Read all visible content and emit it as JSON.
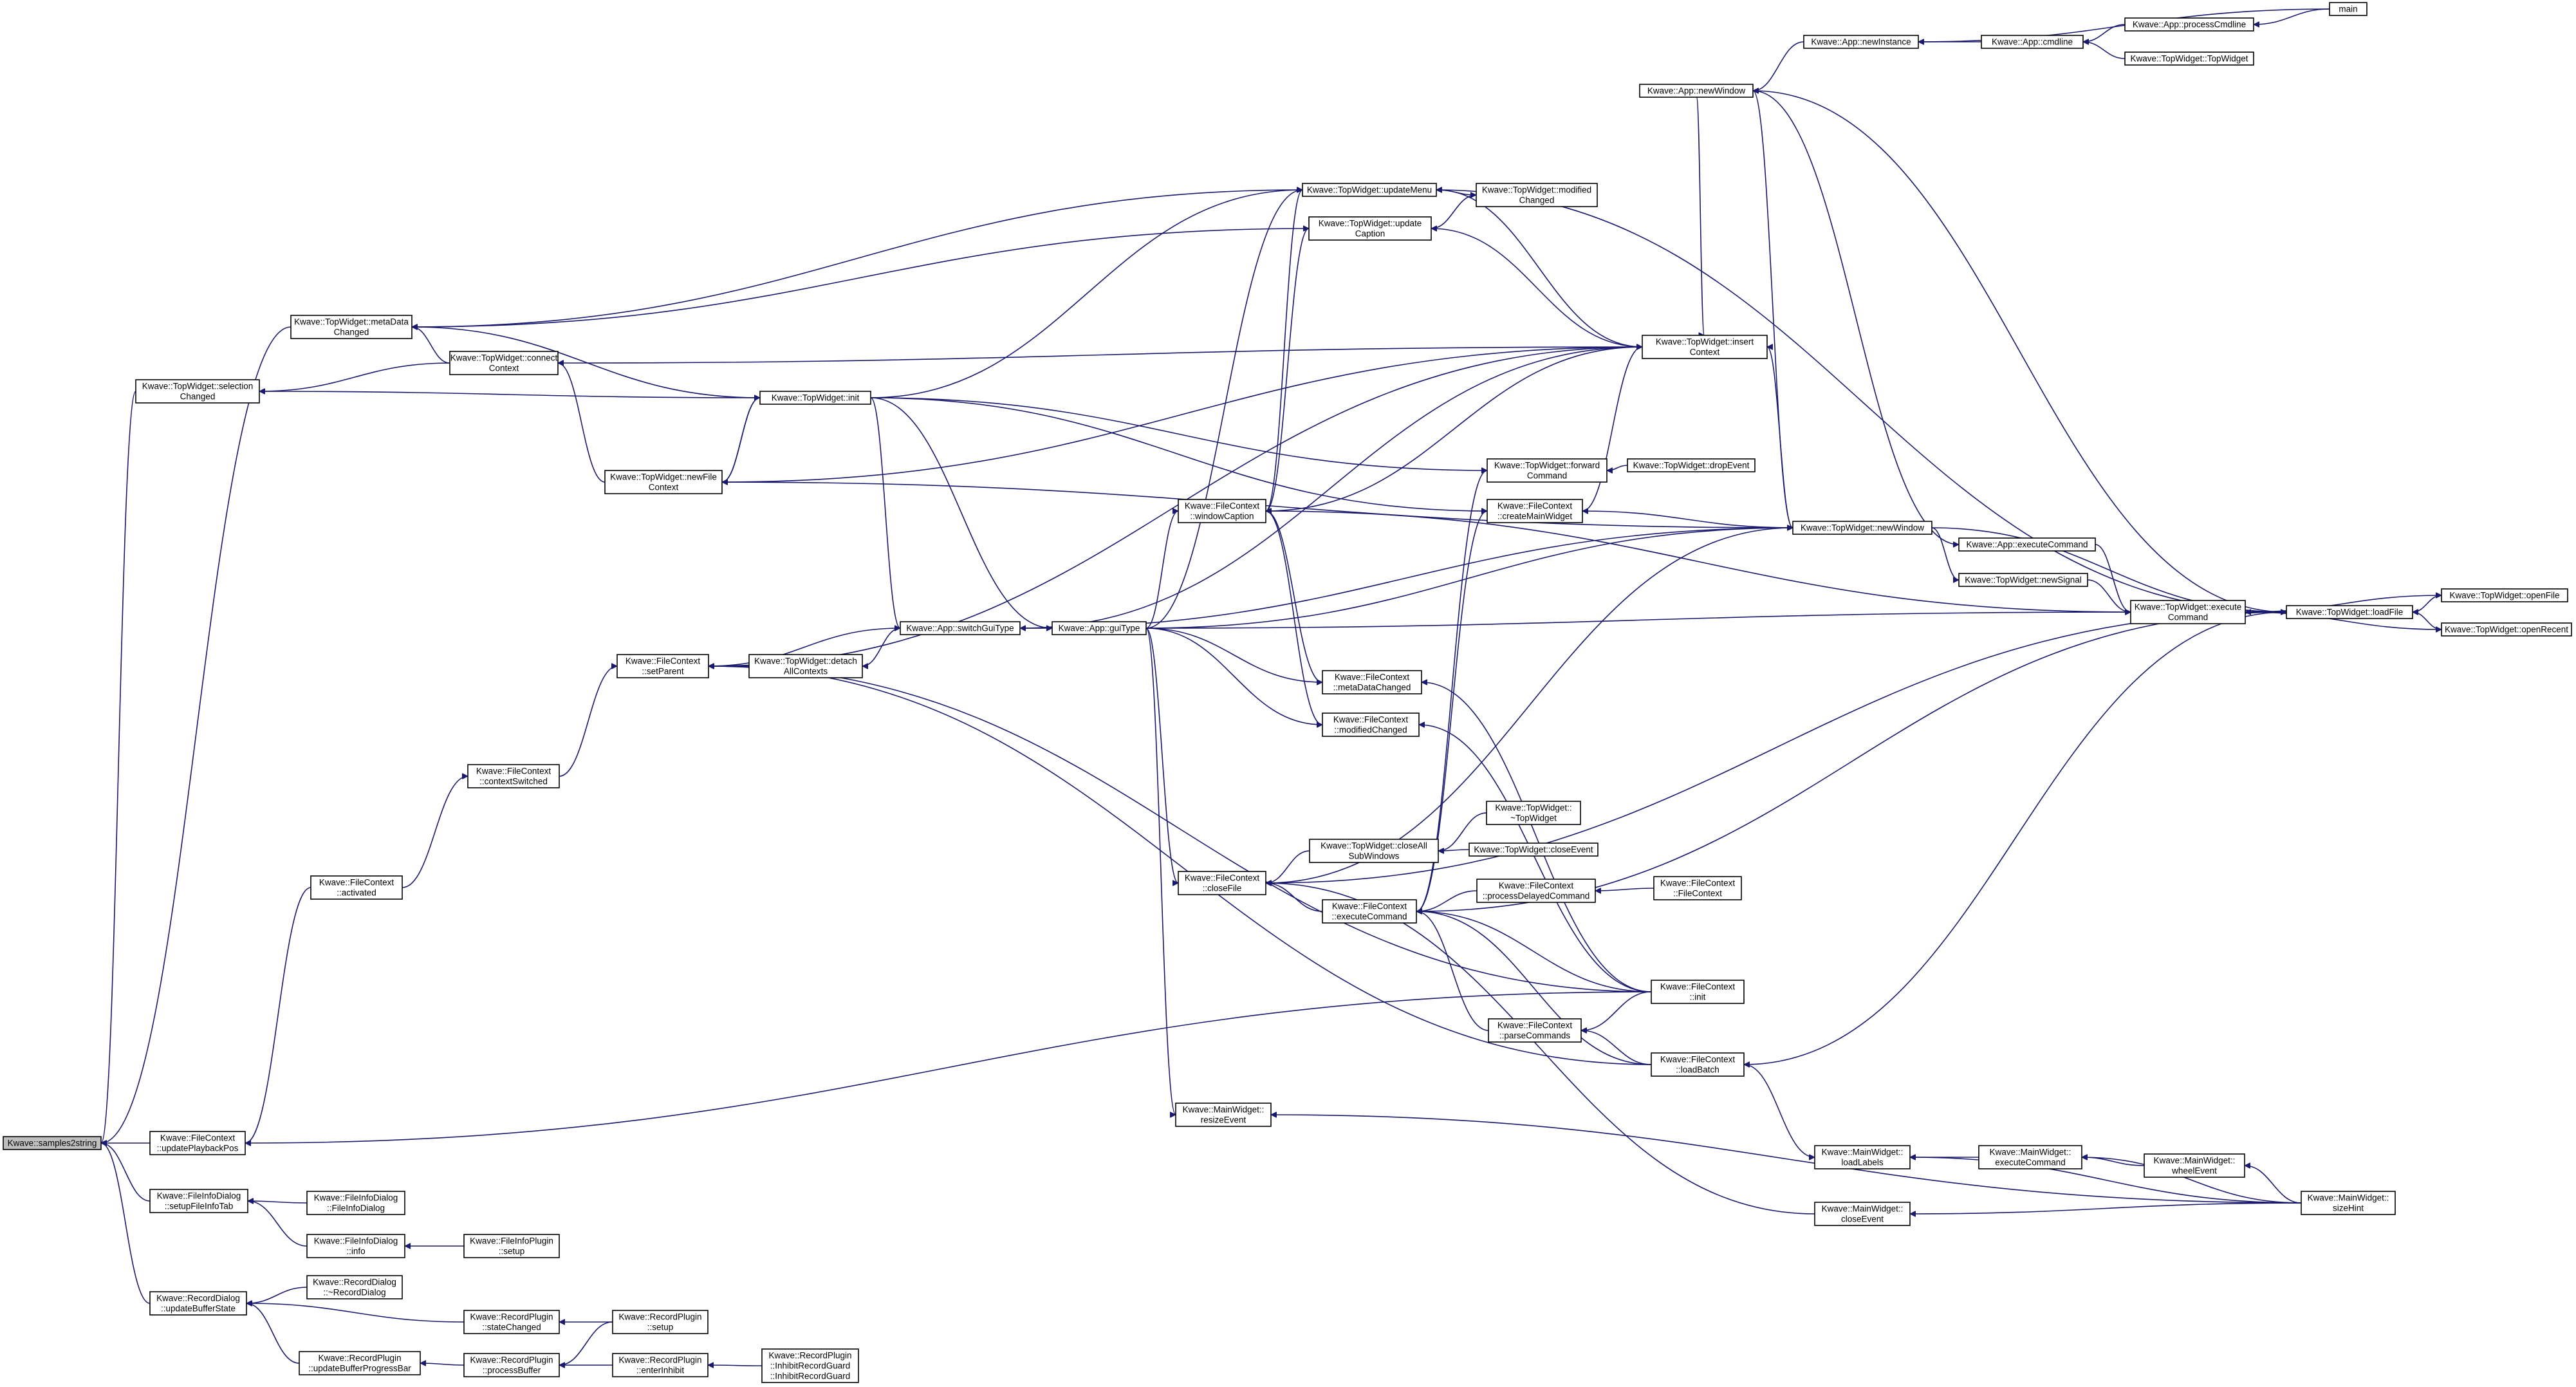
{
  "title": "",
  "nodes": [
    {
      "id": "samples2string",
      "lines": [
        "Kwave::samples2string"
      ],
      "highlight": true
    },
    {
      "id": "updatePlaybackPos",
      "lines": [
        "Kwave::FileContext",
        "::updatePlaybackPos"
      ]
    },
    {
      "id": "setupFileInfoTab",
      "lines": [
        "Kwave::FileInfoDialog",
        "::setupFileInfoTab"
      ]
    },
    {
      "id": "updateBufferState",
      "lines": [
        "Kwave::RecordDialog",
        "::updateBufferState"
      ]
    },
    {
      "id": "selectionChanged",
      "lines": [
        "Kwave::TopWidget::selection",
        "Changed"
      ]
    },
    {
      "id": "metaDataChanged_tw",
      "lines": [
        "Kwave::TopWidget::metaData",
        "Changed"
      ]
    },
    {
      "id": "activated",
      "lines": [
        "Kwave::FileContext",
        "::activated"
      ]
    },
    {
      "id": "fileInfoDialogCtor",
      "lines": [
        "Kwave::FileInfoDialog",
        "::FileInfoDialog"
      ]
    },
    {
      "id": "fid_info",
      "lines": [
        "Kwave::FileInfoDialog",
        "::info"
      ]
    },
    {
      "id": "fileInfoPlugin_setup",
      "lines": [
        "Kwave::FileInfoPlugin",
        "::setup"
      ]
    },
    {
      "id": "recordDialogDtor",
      "lines": [
        "Kwave::RecordDialog",
        "::~RecordDialog"
      ]
    },
    {
      "id": "stateChanged",
      "lines": [
        "Kwave::RecordPlugin",
        "::stateChanged"
      ]
    },
    {
      "id": "updateBufferProgressBar",
      "lines": [
        "Kwave::RecordPlugin",
        "::updateBufferProgressBar"
      ]
    },
    {
      "id": "processBuffer",
      "lines": [
        "Kwave::RecordPlugin",
        "::processBuffer"
      ]
    },
    {
      "id": "rp_setup",
      "lines": [
        "Kwave::RecordPlugin",
        "::setup"
      ]
    },
    {
      "id": "enterInhibit",
      "lines": [
        "Kwave::RecordPlugin",
        "::enterInhibit"
      ]
    },
    {
      "id": "inhibitRecordGuard",
      "lines": [
        "Kwave::RecordPlugin",
        "::InhibitRecordGuard",
        "::InhibitRecordGuard"
      ]
    },
    {
      "id": "connectContext",
      "lines": [
        "Kwave::TopWidget::connect",
        "Context"
      ]
    },
    {
      "id": "newFileContext",
      "lines": [
        "Kwave::TopWidget::newFile",
        "Context"
      ]
    },
    {
      "id": "setParent",
      "lines": [
        "Kwave::FileContext",
        "::setParent"
      ]
    },
    {
      "id": "contextSwitched",
      "lines": [
        "Kwave::FileContext",
        "::contextSwitched"
      ]
    },
    {
      "id": "tw_init",
      "lines": [
        "Kwave::TopWidget::init"
      ]
    },
    {
      "id": "detachAllContexts",
      "lines": [
        "Kwave::TopWidget::detach",
        "AllContexts"
      ]
    },
    {
      "id": "switchGuiType",
      "lines": [
        "Kwave::App::switchGuiType"
      ]
    },
    {
      "id": "guiType",
      "lines": [
        "Kwave::App::guiType"
      ]
    },
    {
      "id": "updateMenu",
      "lines": [
        "Kwave::TopWidget::updateMenu"
      ]
    },
    {
      "id": "updateCaption",
      "lines": [
        "Kwave::TopWidget::update",
        "Caption"
      ]
    },
    {
      "id": "modifiedChanged_tw",
      "lines": [
        "Kwave::TopWidget::modified",
        "Changed"
      ]
    },
    {
      "id": "windowCaption",
      "lines": [
        "Kwave::FileContext",
        "::windowCaption"
      ]
    },
    {
      "id": "metaDataChanged_fc",
      "lines": [
        "Kwave::FileContext",
        "::metaDataChanged"
      ]
    },
    {
      "id": "modifiedChanged_fc",
      "lines": [
        "Kwave::FileContext",
        "::modifiedChanged"
      ]
    },
    {
      "id": "closeFile",
      "lines": [
        "Kwave::FileContext",
        "::closeFile"
      ]
    },
    {
      "id": "resizeEvent",
      "lines": [
        "Kwave::MainWidget::",
        "resizeEvent"
      ]
    },
    {
      "id": "closeAllSubWindows",
      "lines": [
        "Kwave::TopWidget::closeAll",
        "SubWindows"
      ]
    },
    {
      "id": "fc_executeCommand",
      "lines": [
        "Kwave::FileContext",
        "::executeCommand"
      ]
    },
    {
      "id": "topWidgetDtor",
      "lines": [
        "Kwave::TopWidget::",
        "~TopWidget"
      ]
    },
    {
      "id": "tw_closeEvent",
      "lines": [
        "Kwave::TopWidget::closeEvent"
      ]
    },
    {
      "id": "processDelayedCommand",
      "lines": [
        "Kwave::FileContext",
        "::processDelayedCommand"
      ]
    },
    {
      "id": "fileContextCtor",
      "lines": [
        "Kwave::FileContext",
        "::FileContext"
      ]
    },
    {
      "id": "parseCommands",
      "lines": [
        "Kwave::FileContext",
        "::parseCommands"
      ]
    },
    {
      "id": "fc_init",
      "lines": [
        "Kwave::FileContext",
        "::init"
      ]
    },
    {
      "id": "loadBatch",
      "lines": [
        "Kwave::FileContext",
        "::loadBatch"
      ]
    },
    {
      "id": "forwardCommand",
      "lines": [
        "Kwave::TopWidget::forward",
        "Command"
      ]
    },
    {
      "id": "dropEvent",
      "lines": [
        "Kwave::TopWidget::dropEvent"
      ]
    },
    {
      "id": "createMainWidget",
      "lines": [
        "Kwave::FileContext",
        "::createMainWidget"
      ]
    },
    {
      "id": "insertContext",
      "lines": [
        "Kwave::TopWidget::insert",
        "Context"
      ]
    },
    {
      "id": "app_newWindow",
      "lines": [
        "Kwave::App::newWindow"
      ]
    },
    {
      "id": "newInstance",
      "lines": [
        "Kwave::App::newInstance"
      ]
    },
    {
      "id": "cmdline",
      "lines": [
        "Kwave::App::cmdline"
      ]
    },
    {
      "id": "processCmdline",
      "lines": [
        "Kwave::App::processCmdline"
      ]
    },
    {
      "id": "topWidgetCtor",
      "lines": [
        "Kwave::TopWidget::TopWidget"
      ]
    },
    {
      "id": "main",
      "lines": [
        "main"
      ]
    },
    {
      "id": "tw_newWindow",
      "lines": [
        "Kwave::TopWidget::newWindow"
      ]
    },
    {
      "id": "app_executeCommand",
      "lines": [
        "Kwave::App::executeCommand"
      ]
    },
    {
      "id": "newSignal",
      "lines": [
        "Kwave::TopWidget::newSignal"
      ]
    },
    {
      "id": "tw_executeCommand",
      "lines": [
        "Kwave::TopWidget::execute",
        "Command"
      ]
    },
    {
      "id": "loadFile",
      "lines": [
        "Kwave::TopWidget::loadFile"
      ]
    },
    {
      "id": "openFile",
      "lines": [
        "Kwave::TopWidget::openFile"
      ]
    },
    {
      "id": "openRecent",
      "lines": [
        "Kwave::TopWidget::openRecent"
      ]
    },
    {
      "id": "loadLabels",
      "lines": [
        "Kwave::MainWidget::",
        "loadLabels"
      ]
    },
    {
      "id": "mw_executeCommand",
      "lines": [
        "Kwave::MainWidget::",
        "executeCommand"
      ]
    },
    {
      "id": "wheelEvent",
      "lines": [
        "Kwave::MainWidget::",
        "wheelEvent"
      ]
    },
    {
      "id": "mw_closeEvent",
      "lines": [
        "Kwave::MainWidget::",
        "closeEvent"
      ]
    },
    {
      "id": "sizeHint",
      "lines": [
        "Kwave::MainWidget::",
        "sizeHint"
      ]
    }
  ],
  "edges": [
    [
      "updatePlaybackPos",
      "samples2string"
    ],
    [
      "setupFileInfoTab",
      "samples2string"
    ],
    [
      "updateBufferState",
      "samples2string"
    ],
    [
      "selectionChanged",
      "samples2string"
    ],
    [
      "metaDataChanged_tw",
      "samples2string"
    ],
    [
      "activated",
      "updatePlaybackPos"
    ],
    [
      "fc_init",
      "updatePlaybackPos"
    ],
    [
      "fileInfoDialogCtor",
      "setupFileInfoTab"
    ],
    [
      "fid_info",
      "setupFileInfoTab"
    ],
    [
      "fileInfoPlugin_setup",
      "fid_info"
    ],
    [
      "recordDialogDtor",
      "updateBufferState"
    ],
    [
      "stateChanged",
      "updateBufferState"
    ],
    [
      "updateBufferProgressBar",
      "updateBufferState"
    ],
    [
      "processBuffer",
      "updateBufferProgressBar"
    ],
    [
      "rp_setup",
      "stateChanged"
    ],
    [
      "rp_setup",
      "processBuffer"
    ],
    [
      "enterInhibit",
      "processBuffer"
    ],
    [
      "inhibitRecordGuard",
      "enterInhibit"
    ],
    [
      "connectContext",
      "selectionChanged"
    ],
    [
      "tw_init",
      "selectionChanged"
    ],
    [
      "connectContext",
      "metaDataChanged_tw"
    ],
    [
      "tw_init",
      "metaDataChanged_tw"
    ],
    [
      "newFileContext",
      "connectContext"
    ],
    [
      "insertContext",
      "connectContext"
    ],
    [
      "updateMenu",
      "metaDataChanged_tw"
    ],
    [
      "updateCaption",
      "metaDataChanged_tw"
    ],
    [
      "newFileContext",
      "tw_init"
    ],
    [
      "tw_init",
      "newFileContext"
    ],
    [
      "tw_newWindow",
      "newFileContext"
    ],
    [
      "insertContext",
      "newFileContext"
    ],
    [
      "setParent",
      "insertContext"
    ],
    [
      "contextSwitched",
      "setParent"
    ],
    [
      "activated",
      "contextSwitched"
    ],
    [
      "detachAllContexts",
      "setParent"
    ],
    [
      "switchGuiType",
      "setParent"
    ],
    [
      "fc_init",
      "setParent"
    ],
    [
      "loadBatch",
      "setParent"
    ],
    [
      "switchGuiType",
      "detachAllContexts"
    ],
    [
      "guiType",
      "switchGuiType"
    ],
    [
      "switchGuiType",
      "insertContext"
    ],
    [
      "switchGuiType",
      "tw_newWindow"
    ],
    [
      "tw_init",
      "switchGuiType"
    ],
    [
      "tw_init",
      "guiType"
    ],
    [
      "tw_init",
      "updateMenu"
    ],
    [
      "tw_init",
      "forwardCommand"
    ],
    [
      "tw_init",
      "createMainWidget"
    ],
    [
      "guiType",
      "updateMenu"
    ],
    [
      "guiType",
      "windowCaption"
    ],
    [
      "guiType",
      "closeFile"
    ],
    [
      "guiType",
      "metaDataChanged_fc"
    ],
    [
      "guiType",
      "modifiedChanged_fc"
    ],
    [
      "guiType",
      "resizeEvent"
    ],
    [
      "guiType",
      "tw_newWindow"
    ],
    [
      "guiType",
      "tw_executeCommand"
    ],
    [
      "modifiedChanged_tw",
      "updateMenu"
    ],
    [
      "updateCaption",
      "modifiedChanged_tw"
    ],
    [
      "insertContext",
      "updateCaption"
    ],
    [
      "insertContext",
      "updateMenu"
    ],
    [
      "windowCaption",
      "updateMenu"
    ],
    [
      "windowCaption",
      "updateCaption"
    ],
    [
      "metaDataChanged_fc",
      "windowCaption"
    ],
    [
      "modifiedChanged_fc",
      "windowCaption"
    ],
    [
      "insertContext",
      "windowCaption"
    ],
    [
      "tw_executeCommand",
      "windowCaption"
    ],
    [
      "loadFile",
      "updateMenu"
    ],
    [
      "fc_init",
      "metaDataChanged_fc"
    ],
    [
      "fc_init",
      "modifiedChanged_fc"
    ],
    [
      "closeAllSubWindows",
      "closeFile"
    ],
    [
      "fc_executeCommand",
      "closeFile"
    ],
    [
      "tw_newWindow",
      "closeFile"
    ],
    [
      "loadFile",
      "closeFile"
    ],
    [
      "mw_closeEvent",
      "closeFile"
    ],
    [
      "topWidgetDtor",
      "closeAllSubWindows"
    ],
    [
      "tw_closeEvent",
      "closeAllSubWindows"
    ],
    [
      "processDelayedCommand",
      "fc_executeCommand"
    ],
    [
      "fileContextCtor",
      "processDelayedCommand"
    ],
    [
      "parseCommands",
      "fc_executeCommand"
    ],
    [
      "fc_init",
      "fc_executeCommand"
    ],
    [
      "loadBatch",
      "fc_executeCommand"
    ],
    [
      "loadFile",
      "fc_executeCommand"
    ],
    [
      "fc_executeCommand",
      "forwardCommand"
    ],
    [
      "fc_executeCommand",
      "createMainWidget"
    ],
    [
      "fc_init",
      "parseCommands"
    ],
    [
      "loadBatch",
      "parseCommands"
    ],
    [
      "loadFile",
      "loadBatch"
    ],
    [
      "loadBatch",
      "loadLabels"
    ],
    [
      "dropEvent",
      "forwardCommand"
    ],
    [
      "tw_newWindow",
      "createMainWidget"
    ],
    [
      "createMainWidget",
      "insertContext"
    ],
    [
      "app_newWindow",
      "insertContext"
    ],
    [
      "app_newWindow",
      "tw_newWindow"
    ],
    [
      "app_newWindow",
      "app_executeCommand"
    ],
    [
      "tw_newWindow",
      "insertContext"
    ],
    [
      "newInstance",
      "app_newWindow"
    ],
    [
      "cmdline",
      "newInstance"
    ],
    [
      "processCmdline",
      "cmdline"
    ],
    [
      "topWidgetCtor",
      "cmdline"
    ],
    [
      "main",
      "processCmdline"
    ],
    [
      "main",
      "newInstance"
    ],
    [
      "app_newWindow",
      "loadFile"
    ],
    [
      "tw_newWindow",
      "newSignal"
    ],
    [
      "tw_newWindow",
      "loadFile"
    ],
    [
      "newSignal",
      "tw_executeCommand"
    ],
    [
      "app_executeCommand",
      "tw_executeCommand"
    ],
    [
      "tw_executeCommand",
      "loadFile"
    ],
    [
      "loadFile",
      "tw_executeCommand"
    ],
    [
      "openFile",
      "loadFile"
    ],
    [
      "openRecent",
      "loadFile"
    ],
    [
      "tw_executeCommand",
      "openFile"
    ],
    [
      "tw_executeCommand",
      "openRecent"
    ],
    [
      "mw_executeCommand",
      "loadLabels"
    ],
    [
      "wheelEvent",
      "mw_executeCommand"
    ],
    [
      "sizeHint",
      "mw_executeCommand"
    ],
    [
      "sizeHint",
      "wheelEvent"
    ],
    [
      "sizeHint",
      "loadLabels"
    ],
    [
      "sizeHint",
      "mw_closeEvent"
    ],
    [
      "sizeHint",
      "resizeEvent"
    ]
  ]
}
